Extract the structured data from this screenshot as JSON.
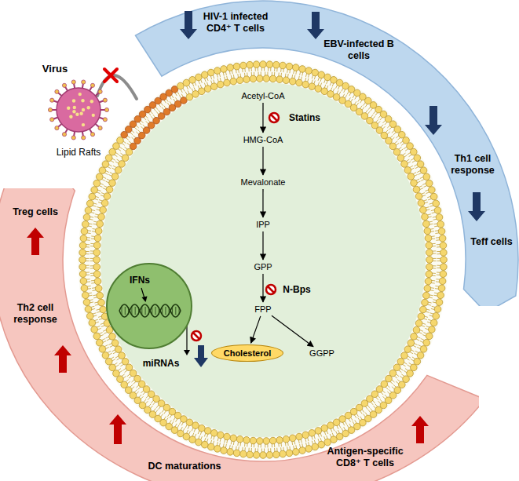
{
  "diagram": {
    "nodes": [
      {
        "text": [
          "HIV-1 infected CD4⁺ T cells",
          "EBV-infected B cells",
          "Th1 cell response",
          "Teff cells"
        ]
      },
      {
        "text": [
          "Treg cells",
          "Th2 cell response",
          "DC maturations",
          "Antigen-specific CD8⁺ T cells"
        ]
      },
      {
        "text": [
          "Acetyl-CoA"
        ]
      },
      {
        "text": [
          "HMG-CoA"
        ]
      },
      {
        "text": [
          "Mevalonate"
        ]
      },
      {
        "text": [
          "IPP"
        ]
      },
      {
        "text": [
          "GPP"
        ]
      },
      {
        "text": [
          "FPP"
        ]
      },
      {
        "text": [
          "Cholesterol"
        ]
      },
      {
        "text": [
          "GGPP"
        ]
      },
      {
        "text": [
          "IFNs"
        ]
      }
    ],
    "edges": [
      {
        "from": 2,
        "to": 3,
        "arrow": "to"
      },
      {
        "from": 3,
        "to": 4,
        "arrow": "to"
      },
      {
        "from": 4,
        "to": 5,
        "arrow": "to"
      },
      {
        "from": 5,
        "to": 6,
        "arrow": "to"
      },
      {
        "from": 6,
        "to": 7,
        "arrow": "to"
      },
      {
        "from": 7,
        "to": 8,
        "arrow": "to"
      },
      {
        "from": 7,
        "to": 9,
        "arrow": "to"
      }
    ],
    "labels": [
      "Virus",
      "Lipid Rafts",
      "Statins",
      "N-Bps",
      "miRNAs"
    ]
  }
}
